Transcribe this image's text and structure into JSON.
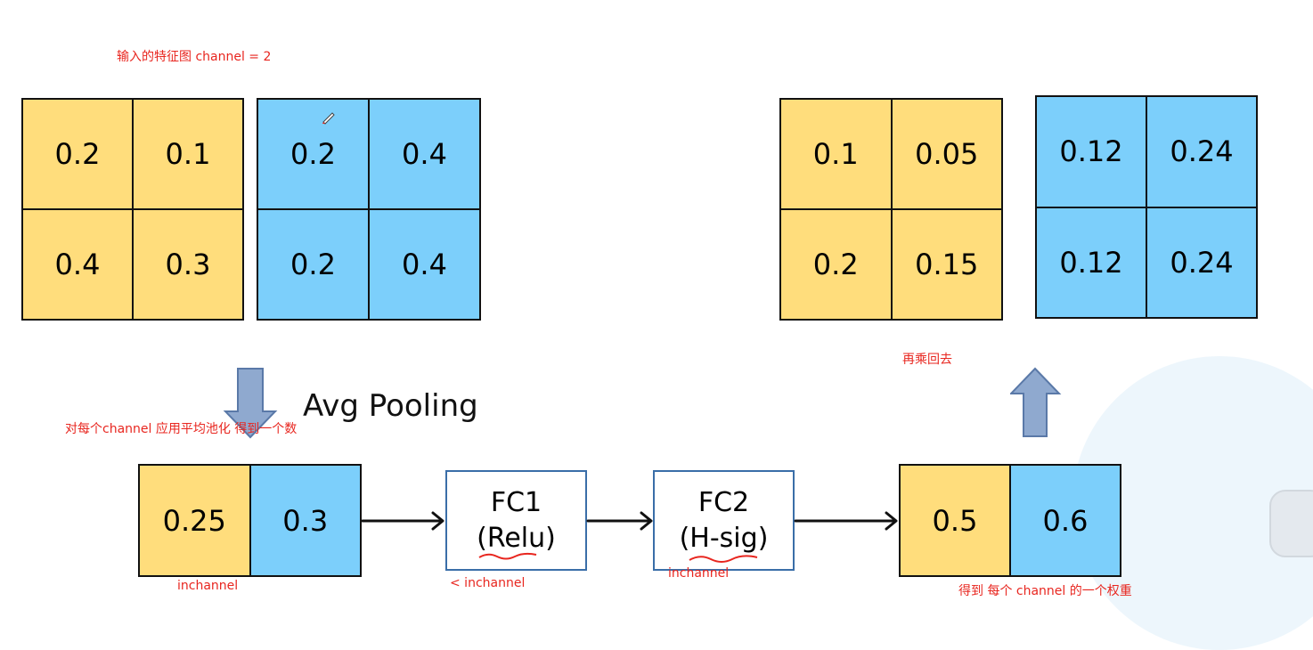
{
  "labels": {
    "input_caption": "输入的特征图 channel = 2",
    "avg_pooling": "Avg Pooling",
    "pool_caption": "对每个channel  应用平均池化 得到一个数",
    "multiply_back": "再乘回去",
    "inchannel_1": "inchannel",
    "inchannel_2": "< inchannel",
    "inchannel_3": "inchannel",
    "weight_caption": "得到 每个 channel 的一个权重"
  },
  "input_maps": {
    "yellow": [
      "0.2",
      "0.1",
      "0.4",
      "0.3"
    ],
    "blue": [
      "0.2",
      "0.4",
      "0.2",
      "0.4"
    ]
  },
  "output_maps": {
    "yellow": [
      "0.1",
      "0.05",
      "0.2",
      "0.15"
    ],
    "blue": [
      "0.12",
      "0.24",
      "0.12",
      "0.24"
    ]
  },
  "pooled": [
    "0.25",
    "0.3"
  ],
  "fc1": {
    "title": "FC1",
    "activation": "(Relu)"
  },
  "fc2": {
    "title": "FC2",
    "activation": "(H-sig)"
  },
  "weights": [
    "0.5",
    "0.6"
  ],
  "colors": {
    "yellow": "#ffdd7c",
    "blue": "#7ccffb",
    "annotation": "#e8261f",
    "arrow_fill": "#8fa9cf",
    "fc_border": "#3a6ea8"
  }
}
